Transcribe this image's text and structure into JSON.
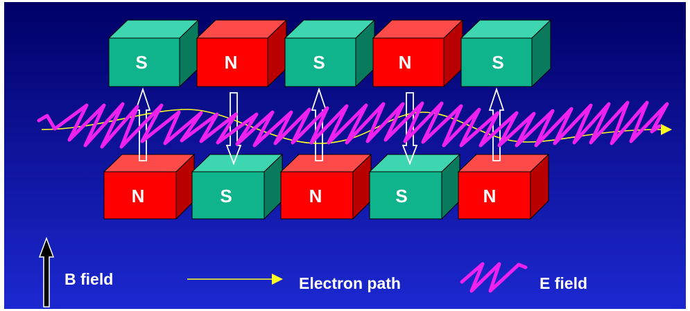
{
  "colors": {
    "background_top": "#000066",
    "background_bottom": "#1c28d0",
    "north_front": "#ff0000",
    "north_top": "#ff4a4a",
    "north_side": "#b80000",
    "south_front": "#10b48c",
    "south_top": "#3ed6b0",
    "south_side": "#0a7a5c",
    "e_field": "#ee22ee",
    "electron_path": "#ffff22"
  },
  "magnets": {
    "top_row": [
      "S",
      "N",
      "S",
      "N",
      "S"
    ],
    "bottom_row": [
      "N",
      "S",
      "N",
      "S",
      "N"
    ]
  },
  "legend": {
    "b_field": "B field",
    "electron_path": "Electron path",
    "e_field": "E field"
  }
}
